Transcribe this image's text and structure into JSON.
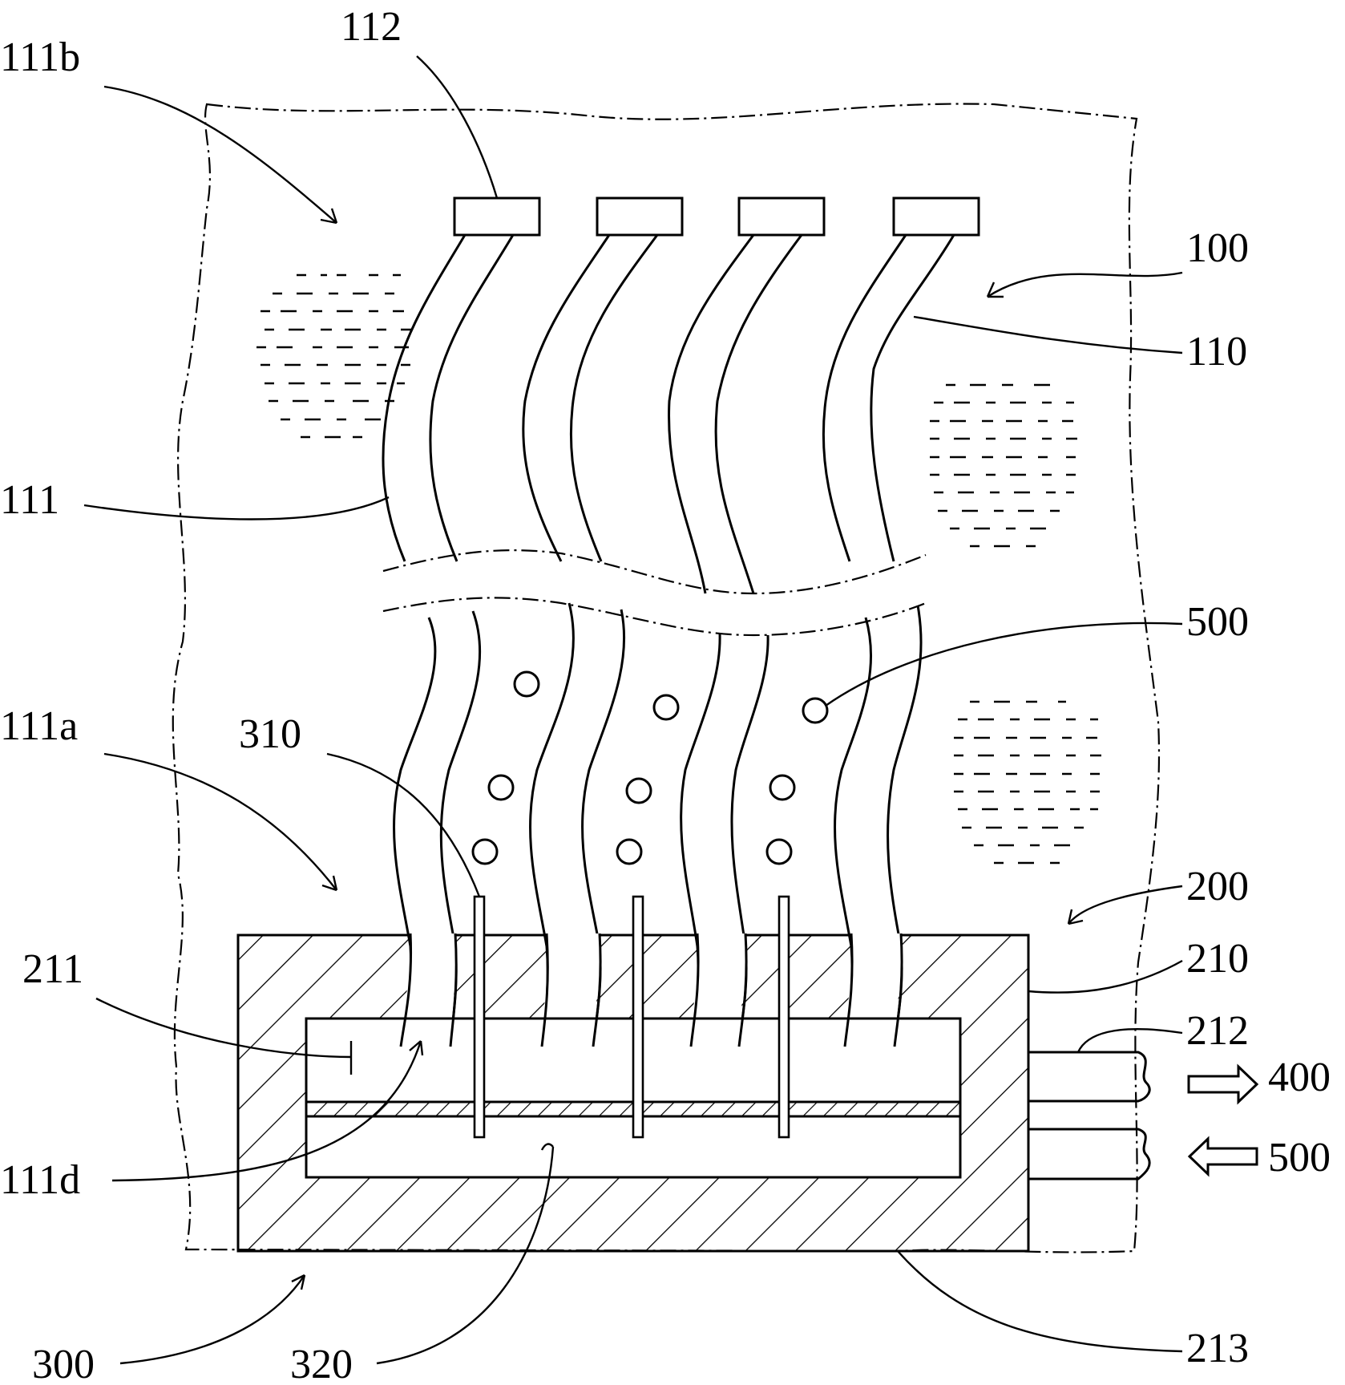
{
  "labels": {
    "l_111b": "111b",
    "l_112": "112",
    "l_100": "100",
    "l_110": "110",
    "l_111": "111",
    "l_500_top": "500",
    "l_111a": "111a",
    "l_310": "310",
    "l_200": "200",
    "l_210": "210",
    "l_211": "211",
    "l_212": "212",
    "l_400": "400",
    "l_500_arrow": "500",
    "l_111d": "111d",
    "l_300": "300",
    "l_320": "320",
    "l_213": "213"
  },
  "colors": {
    "ink": "#000000",
    "paper": "#ffffff"
  },
  "arrows": {
    "outlet": "right-hollow-arrow",
    "inlet": "left-hollow-arrow"
  }
}
